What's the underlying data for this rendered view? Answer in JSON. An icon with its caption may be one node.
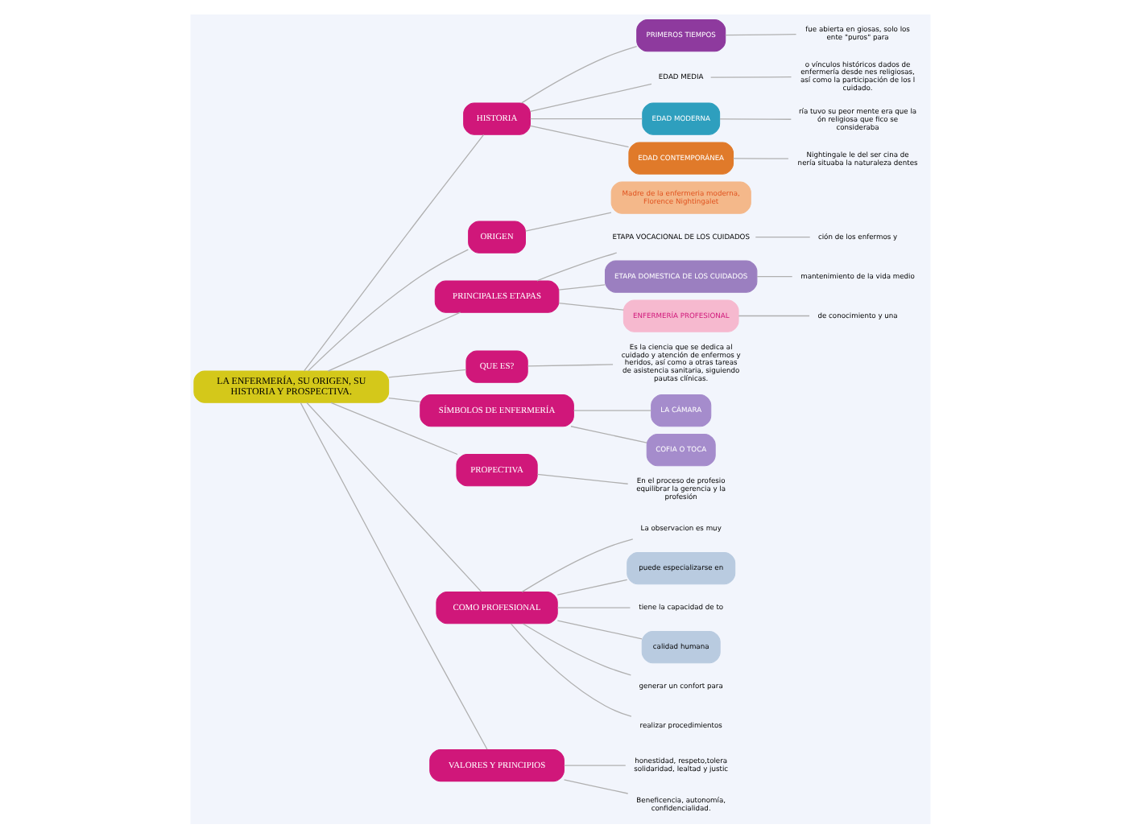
{
  "diagram": {
    "nodes": [
      {
        "text": [
          "LA ENFERMERÍA, SU ORIGEN, SU HISTORIA Y PROSPECTIVA."
        ]
      },
      {
        "text": [
          "HISTORIA"
        ]
      },
      {
        "text": [
          "PRIMEROS TIEMPOS"
        ]
      },
      {
        "text": [
          "fue abierta en giosas, solo los ente \"puros\" para"
        ]
      },
      {
        "text": [
          "EDAD MEDIA"
        ]
      },
      {
        "text": [
          "o vínculos históricos dados de enfermería desde nes religiosas, así como la participación de los l cuidado."
        ]
      },
      {
        "text": [
          "EDAD MODERNA"
        ]
      },
      {
        "text": [
          "ría tuvo su peor mente era que la ón religiosa que fico se consideraba"
        ]
      },
      {
        "text": [
          "EDAD CONTEMPORÁNEA"
        ]
      },
      {
        "text": [
          "Nightingale le del ser cina de nería situaba la naturaleza dentes"
        ]
      },
      {
        "text": [
          "ORIGEN"
        ]
      },
      {
        "text": [
          "Madre de la enfermeria moderna, Florence Nightingalet"
        ]
      },
      {
        "text": [
          "PRINCIPALES ETAPAS"
        ]
      },
      {
        "text": [
          "ETAPA VOCACIONAL DE LOS CUIDADOS"
        ]
      },
      {
        "text": [
          "ción de los enfermos y"
        ]
      },
      {
        "text": [
          "ETAPA DOMESTICA DE LOS CUIDADOS"
        ]
      },
      {
        "text": [
          "mantenimiento de la vida medio"
        ]
      },
      {
        "text": [
          "ENFERMERÍA PROFESIONAL"
        ]
      },
      {
        "text": [
          "de conocimiento y una"
        ]
      },
      {
        "text": [
          "QUE ES?"
        ]
      },
      {
        "text": [
          "Es la ciencia que se dedica al cuidado y atención de enfermos y heridos, así como a otras tareas de asistencia sanitaria, siguiendo pautas clínicas."
        ]
      },
      {
        "text": [
          "SÍMBOLOS DE ENFERMERÍA"
        ]
      },
      {
        "text": [
          "LA CÁMARA"
        ]
      },
      {
        "text": [
          "COFIA O TOCA"
        ]
      },
      {
        "text": [
          "PROPECTIVA"
        ]
      },
      {
        "text": [
          "En el proceso de profesio equilibrar la gerencia y la profesión"
        ]
      },
      {
        "text": [
          "COMO PROFESIONAL"
        ]
      },
      {
        "text": [
          "La observacion es muy"
        ]
      },
      {
        "text": [
          "puede especializarse en"
        ]
      },
      {
        "text": [
          "tiene la capacidad de to"
        ]
      },
      {
        "text": [
          "calidad humana"
        ]
      },
      {
        "text": [
          "generar un confort para"
        ]
      },
      {
        "text": [
          "realizar procedimientos"
        ]
      },
      {
        "text": [
          "VALORES Y PRINCIPIOS"
        ]
      },
      {
        "text": [
          "honestidad, respeto,tolera solidaridad, lealtad y justic"
        ]
      },
      {
        "text": [
          "Beneficencia, autonomía, confidencialidad."
        ]
      }
    ],
    "edges": [
      {
        "from": 0,
        "to": 1,
        "arrow": "none"
      },
      {
        "from": 1,
        "to": 2,
        "arrow": "none"
      },
      {
        "from": 2,
        "to": 3,
        "arrow": "none"
      },
      {
        "from": 1,
        "to": 4,
        "arrow": "none"
      },
      {
        "from": 4,
        "to": 5,
        "arrow": "none"
      },
      {
        "from": 1,
        "to": 6,
        "arrow": "none"
      },
      {
        "from": 6,
        "to": 7,
        "arrow": "none"
      },
      {
        "from": 1,
        "to": 8,
        "arrow": "none"
      },
      {
        "from": 8,
        "to": 9,
        "arrow": "none"
      },
      {
        "from": 0,
        "to": 10,
        "arrow": "none"
      },
      {
        "from": 10,
        "to": 11,
        "arrow": "none"
      },
      {
        "from": 0,
        "to": 12,
        "arrow": "none"
      },
      {
        "from": 12,
        "to": 13,
        "arrow": "none"
      },
      {
        "from": 13,
        "to": 14,
        "arrow": "none"
      },
      {
        "from": 12,
        "to": 15,
        "arrow": "none"
      },
      {
        "from": 15,
        "to": 16,
        "arrow": "none"
      },
      {
        "from": 12,
        "to": 17,
        "arrow": "none"
      },
      {
        "from": 17,
        "to": 18,
        "arrow": "none"
      },
      {
        "from": 0,
        "to": 19,
        "arrow": "none"
      },
      {
        "from": 19,
        "to": 20,
        "arrow": "none"
      },
      {
        "from": 0,
        "to": 21,
        "arrow": "none"
      },
      {
        "from": 21,
        "to": 22,
        "arrow": "none"
      },
      {
        "from": 21,
        "to": 23,
        "arrow": "none"
      },
      {
        "from": 0,
        "to": 24,
        "arrow": "none"
      },
      {
        "from": 24,
        "to": 25,
        "arrow": "none"
      },
      {
        "from": 0,
        "to": 26,
        "arrow": "none"
      },
      {
        "from": 26,
        "to": 27,
        "arrow": "none"
      },
      {
        "from": 26,
        "to": 28,
        "arrow": "none"
      },
      {
        "from": 26,
        "to": 29,
        "arrow": "none"
      },
      {
        "from": 26,
        "to": 30,
        "arrow": "none"
      },
      {
        "from": 26,
        "to": 31,
        "arrow": "none"
      },
      {
        "from": 26,
        "to": 32,
        "arrow": "none"
      },
      {
        "from": 0,
        "to": 33,
        "arrow": "none"
      },
      {
        "from": 33,
        "to": 34,
        "arrow": "none"
      },
      {
        "from": 33,
        "to": 35,
        "arrow": "none"
      }
    ]
  }
}
